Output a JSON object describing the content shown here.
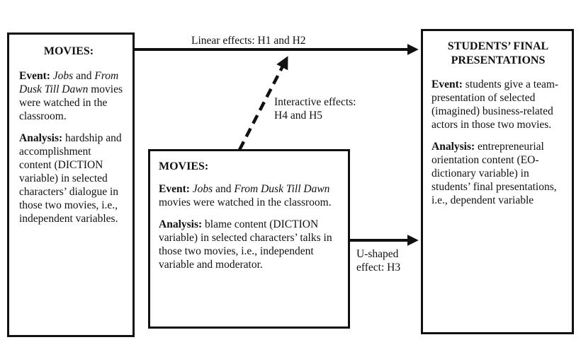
{
  "left_box": {
    "title": "MOVIES:",
    "event_label": "Event:",
    "event_movie1": "Jobs",
    "event_and": " and ",
    "event_movie2": "From Dusk Till Dawn",
    "event_rest": " movies were watched in the classroom.",
    "analysis_label": "Analysis:",
    "analysis_text": " hardship and accomplishment content (DICTION variable) in selected characters’ dialogue in those two movies, i.e., independent variables."
  },
  "middle_box": {
    "title": "MOVIES:",
    "event_label": "Event:",
    "event_movie1": "Jobs",
    "event_and": " and ",
    "event_movie2": "From Dusk Till Dawn",
    "event_rest": " movies were watched in the classroom.",
    "analysis_label": "Analysis:",
    "analysis_text": " blame content (DICTION variable) in selected characters’ talks in those two movies, i.e., independent variable and moderator."
  },
  "right_box": {
    "title_line1": "STUDENTS’ FINAL",
    "title_line2": "PRESENTATIONS",
    "event_label": "Event:",
    "event_text": " students give a team-presentation of selected (imagined) business-related actors in those two movies.",
    "analysis_label": "Analysis:",
    "analysis_text": " entrepreneurial orientation content (EO-dictionary variable) in students’ final presentations, i.e., dependent variable"
  },
  "edges": {
    "linear": "Linear effects: H1 and H2",
    "interactive_line1": "Interactive effects:",
    "interactive_line2": "H4 and H5",
    "ushaped_line1": "U-shaped",
    "ushaped_line2": "effect: H3"
  },
  "colors": {
    "stroke": "#111111",
    "background": "#ffffff"
  }
}
